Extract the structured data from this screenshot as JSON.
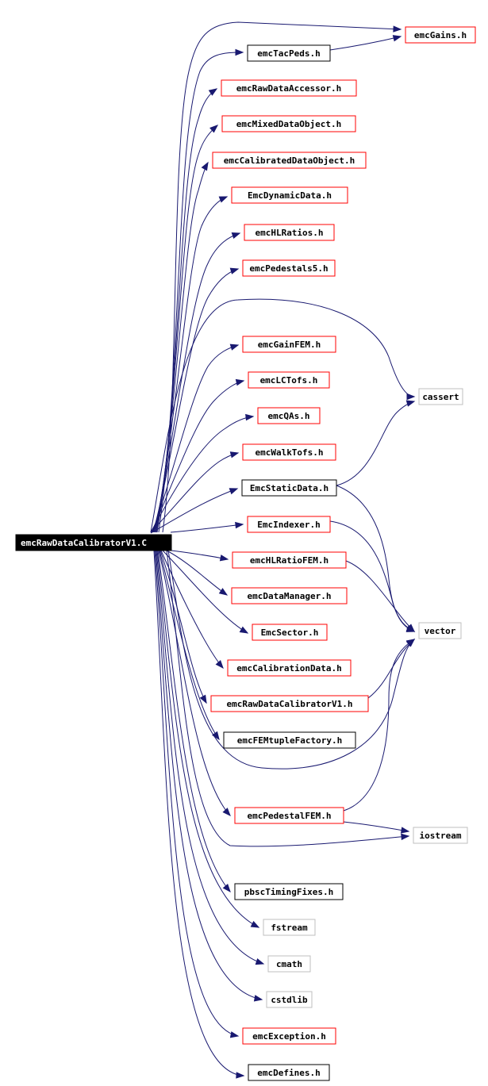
{
  "graph": {
    "root": "emcRawDataCalibratorV1.C",
    "nodes": [
      {
        "id": "emcGains",
        "label": "emcGains.h",
        "style": "red"
      },
      {
        "id": "emcTacPeds",
        "label": "emcTacPeds.h",
        "style": "black"
      },
      {
        "id": "emcRawDataAccessor",
        "label": "emcRawDataAccessor.h",
        "style": "red"
      },
      {
        "id": "emcMixedDataObject",
        "label": "emcMixedDataObject.h",
        "style": "red"
      },
      {
        "id": "emcCalibratedDataObject",
        "label": "emcCalibratedDataObject.h",
        "style": "red"
      },
      {
        "id": "EmcDynamicData",
        "label": "EmcDynamicData.h",
        "style": "red"
      },
      {
        "id": "emcHLRatios",
        "label": "emcHLRatios.h",
        "style": "red"
      },
      {
        "id": "emcPedestals5",
        "label": "emcPedestals5.h",
        "style": "red"
      },
      {
        "id": "emcGainFEM",
        "label": "emcGainFEM.h",
        "style": "red"
      },
      {
        "id": "emcLCTofs",
        "label": "emcLCTofs.h",
        "style": "red"
      },
      {
        "id": "emcQAs",
        "label": "emcQAs.h",
        "style": "red"
      },
      {
        "id": "emcWalkTofs",
        "label": "emcWalkTofs.h",
        "style": "red"
      },
      {
        "id": "EmcStaticData",
        "label": "EmcStaticData.h",
        "style": "black"
      },
      {
        "id": "EmcIndexer",
        "label": "EmcIndexer.h",
        "style": "red"
      },
      {
        "id": "emcHLRatioFEM",
        "label": "emcHLRatioFEM.h",
        "style": "red"
      },
      {
        "id": "emcDataManager",
        "label": "emcDataManager.h",
        "style": "red"
      },
      {
        "id": "EmcSector",
        "label": "EmcSector.h",
        "style": "red"
      },
      {
        "id": "emcCalibrationData",
        "label": "emcCalibrationData.h",
        "style": "red"
      },
      {
        "id": "emcRawDataCalibratorV1",
        "label": "emcRawDataCalibratorV1.h",
        "style": "red"
      },
      {
        "id": "emcFEMtupleFactory",
        "label": "emcFEMtupleFactory.h",
        "style": "black"
      },
      {
        "id": "emcPedestalFEM",
        "label": "emcPedestalFEM.h",
        "style": "red"
      },
      {
        "id": "pbscTimingFixes",
        "label": "pbscTimingFixes.h",
        "style": "black"
      },
      {
        "id": "fstream",
        "label": "fstream",
        "style": "gray"
      },
      {
        "id": "cmath",
        "label": "cmath",
        "style": "gray"
      },
      {
        "id": "cstdlib",
        "label": "cstdlib",
        "style": "gray"
      },
      {
        "id": "emcException",
        "label": "emcException.h",
        "style": "red"
      },
      {
        "id": "emcDefines",
        "label": "emcDefines.h",
        "style": "black"
      },
      {
        "id": "cassert",
        "label": "cassert",
        "style": "gray"
      },
      {
        "id": "vector",
        "label": "vector",
        "style": "gray"
      },
      {
        "id": "iostream",
        "label": "iostream",
        "style": "gray"
      }
    ],
    "edges": [
      {
        "from": "emcTacPeds",
        "to": "emcGains"
      },
      {
        "from": "EmcStaticData",
        "to": "cassert"
      },
      {
        "from": "EmcStaticData",
        "to": "vector"
      },
      {
        "from": "EmcIndexer",
        "to": "vector"
      },
      {
        "from": "emcHLRatioFEM",
        "to": "vector"
      },
      {
        "from": "emcRawDataCalibratorV1",
        "to": "vector"
      },
      {
        "from": "emcPedestalFEM",
        "to": "vector"
      },
      {
        "from": "emcPedestalFEM",
        "to": "iostream"
      }
    ],
    "colors": {
      "edge": "#191970",
      "red_border": "#ff0000",
      "black_border": "#000000",
      "gray_border": "#bfbfbf",
      "root_fill": "#000000",
      "root_text": "#ffffff"
    }
  }
}
